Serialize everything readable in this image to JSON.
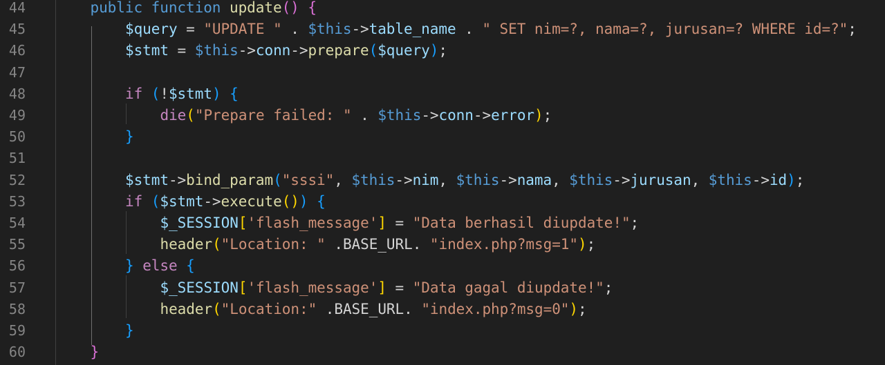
{
  "editor": {
    "language": "php",
    "colors": {
      "background": "#1f1f1f",
      "line_number": "#858585",
      "keyword": "#569cd6",
      "control": "#c586c0",
      "function": "#dcdcaa",
      "variable": "#9cdcfe",
      "string": "#ce9178",
      "bracket_gold": "#ffd700",
      "bracket_orchid": "#da70d6",
      "bracket_blue": "#179fff"
    },
    "lines": [
      {
        "n": "44",
        "indent": 1,
        "tokens": [
          [
            "kw",
            "public"
          ],
          [
            "plain",
            " "
          ],
          [
            "kw",
            "function"
          ],
          [
            "plain",
            " "
          ],
          [
            "fn",
            "update"
          ],
          [
            "b2",
            "()"
          ],
          [
            "plain",
            " "
          ],
          [
            "b2",
            "{"
          ]
        ]
      },
      {
        "n": "45",
        "indent": 2,
        "tokens": [
          [
            "var",
            "$query"
          ],
          [
            "plain",
            " = "
          ],
          [
            "str",
            "\"UPDATE \""
          ],
          [
            "plain",
            " . "
          ],
          [
            "this",
            "$this"
          ],
          [
            "plain",
            "->"
          ],
          [
            "prop",
            "table_name"
          ],
          [
            "plain",
            " . "
          ],
          [
            "str",
            "\" SET nim=?, nama=?, jurusan=? WHERE id=?\""
          ],
          [
            "plain",
            ";"
          ]
        ]
      },
      {
        "n": "46",
        "indent": 2,
        "tokens": [
          [
            "var",
            "$stmt"
          ],
          [
            "plain",
            " = "
          ],
          [
            "this",
            "$this"
          ],
          [
            "plain",
            "->"
          ],
          [
            "prop",
            "conn"
          ],
          [
            "plain",
            "->"
          ],
          [
            "fn",
            "prepare"
          ],
          [
            "b3",
            "("
          ],
          [
            "var",
            "$query"
          ],
          [
            "b3",
            ")"
          ],
          [
            "plain",
            ";"
          ]
        ]
      },
      {
        "n": "47",
        "indent": 0,
        "tokens": []
      },
      {
        "n": "48",
        "indent": 2,
        "tokens": [
          [
            "ctl",
            "if"
          ],
          [
            "plain",
            " "
          ],
          [
            "b3",
            "("
          ],
          [
            "plain",
            "!"
          ],
          [
            "var",
            "$stmt"
          ],
          [
            "b3",
            ")"
          ],
          [
            "plain",
            " "
          ],
          [
            "b3",
            "{"
          ]
        ]
      },
      {
        "n": "49",
        "indent": 3,
        "tokens": [
          [
            "ctl",
            "die"
          ],
          [
            "b1",
            "("
          ],
          [
            "str",
            "\"Prepare failed: \""
          ],
          [
            "plain",
            " . "
          ],
          [
            "this",
            "$this"
          ],
          [
            "plain",
            "->"
          ],
          [
            "prop",
            "conn"
          ],
          [
            "plain",
            "->"
          ],
          [
            "prop",
            "error"
          ],
          [
            "b1",
            ")"
          ],
          [
            "plain",
            ";"
          ]
        ]
      },
      {
        "n": "50",
        "indent": 2,
        "tokens": [
          [
            "b3",
            "}"
          ]
        ]
      },
      {
        "n": "51",
        "indent": 0,
        "tokens": []
      },
      {
        "n": "52",
        "indent": 2,
        "tokens": [
          [
            "var",
            "$stmt"
          ],
          [
            "plain",
            "->"
          ],
          [
            "fn",
            "bind_param"
          ],
          [
            "b3",
            "("
          ],
          [
            "str",
            "\"sssi\""
          ],
          [
            "plain",
            ", "
          ],
          [
            "this",
            "$this"
          ],
          [
            "plain",
            "->"
          ],
          [
            "prop",
            "nim"
          ],
          [
            "plain",
            ", "
          ],
          [
            "this",
            "$this"
          ],
          [
            "plain",
            "->"
          ],
          [
            "prop",
            "nama"
          ],
          [
            "plain",
            ", "
          ],
          [
            "this",
            "$this"
          ],
          [
            "plain",
            "->"
          ],
          [
            "prop",
            "jurusan"
          ],
          [
            "plain",
            ", "
          ],
          [
            "this",
            "$this"
          ],
          [
            "plain",
            "->"
          ],
          [
            "prop",
            "id"
          ],
          [
            "b3",
            ")"
          ],
          [
            "plain",
            ";"
          ]
        ]
      },
      {
        "n": "53",
        "indent": 2,
        "tokens": [
          [
            "ctl",
            "if"
          ],
          [
            "plain",
            " "
          ],
          [
            "b3",
            "("
          ],
          [
            "var",
            "$stmt"
          ],
          [
            "plain",
            "->"
          ],
          [
            "fn",
            "execute"
          ],
          [
            "b1",
            "()"
          ],
          [
            "b3",
            ")"
          ],
          [
            "plain",
            " "
          ],
          [
            "b3",
            "{"
          ]
        ]
      },
      {
        "n": "54",
        "indent": 3,
        "tokens": [
          [
            "var",
            "$_SESSION"
          ],
          [
            "b1",
            "["
          ],
          [
            "str",
            "'flash_message'"
          ],
          [
            "b1",
            "]"
          ],
          [
            "plain",
            " = "
          ],
          [
            "str",
            "\"Data berhasil diupdate!\""
          ],
          [
            "plain",
            ";"
          ]
        ]
      },
      {
        "n": "55",
        "indent": 3,
        "tokens": [
          [
            "fn",
            "header"
          ],
          [
            "b1",
            "("
          ],
          [
            "str",
            "\"Location: \""
          ],
          [
            "plain",
            " .BASE_URL. "
          ],
          [
            "str",
            "\"index.php?msg=1\""
          ],
          [
            "b1",
            ")"
          ],
          [
            "plain",
            ";"
          ]
        ]
      },
      {
        "n": "56",
        "indent": 2,
        "tokens": [
          [
            "b3",
            "}"
          ],
          [
            "plain",
            " "
          ],
          [
            "ctl",
            "else"
          ],
          [
            "plain",
            " "
          ],
          [
            "b3",
            "{"
          ]
        ]
      },
      {
        "n": "57",
        "indent": 3,
        "tokens": [
          [
            "var",
            "$_SESSION"
          ],
          [
            "b1",
            "["
          ],
          [
            "str",
            "'flash_message'"
          ],
          [
            "b1",
            "]"
          ],
          [
            "plain",
            " = "
          ],
          [
            "str",
            "\"Data gagal diupdate!\""
          ],
          [
            "plain",
            ";"
          ]
        ]
      },
      {
        "n": "58",
        "indent": 3,
        "tokens": [
          [
            "fn",
            "header"
          ],
          [
            "b1",
            "("
          ],
          [
            "str",
            "\"Location:\""
          ],
          [
            "plain",
            " .BASE_URL. "
          ],
          [
            "str",
            "\"index.php?msg=0\""
          ],
          [
            "b1",
            ")"
          ],
          [
            "plain",
            ";"
          ]
        ]
      },
      {
        "n": "59",
        "indent": 2,
        "tokens": [
          [
            "b3",
            "}"
          ]
        ]
      },
      {
        "n": "60",
        "indent": 1,
        "tokens": [
          [
            "b2",
            "}"
          ]
        ]
      }
    ]
  }
}
